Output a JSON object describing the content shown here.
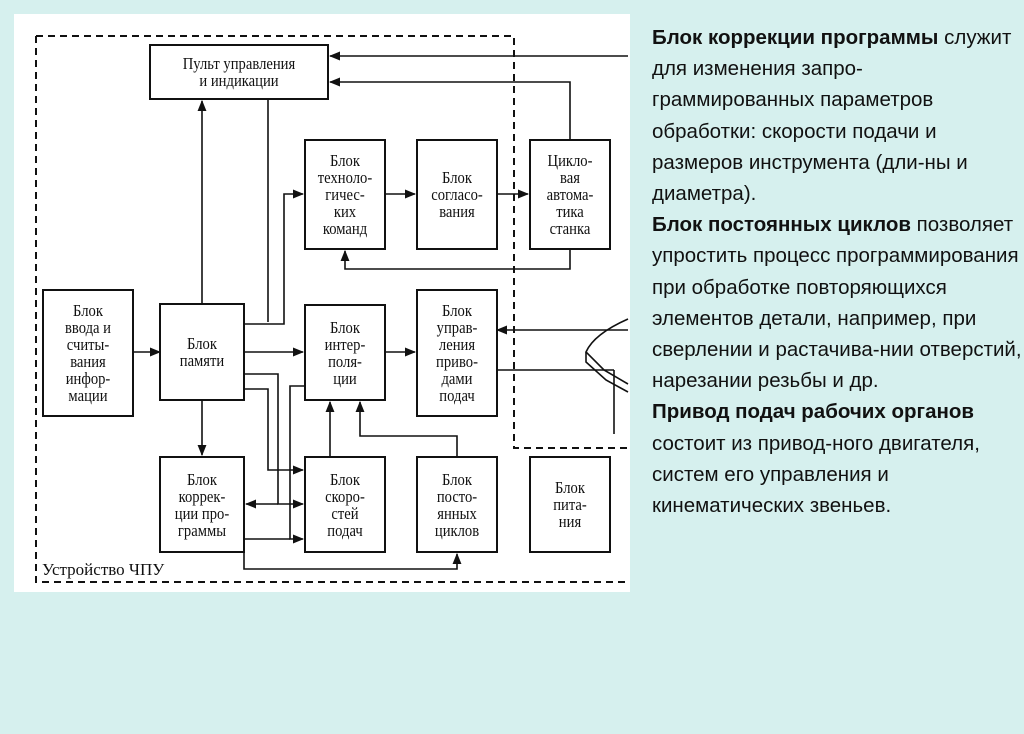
{
  "diagram": {
    "device_caption": "Устройство ЧПУ",
    "blocks": {
      "control_panel": "Пульт управления\nи индикации",
      "tech_commands": "Блок\nтехноло-\nгичес-\nких\nкоманд",
      "coordination": "Блок\nсогласо-\nвания",
      "machine_cycle": "Цикло-\nвая\nавтома-\nтика\nстанка",
      "input": "Блок\nввода и\nсчиты-\nвания\nинфор-\nмации",
      "memory": "Блок\nпамяти",
      "interpolation": "Блок\nинтер-\nполя-\nции",
      "feed_drive_control": "Блок\nуправ-\nления\nприво-\nдами\nподач",
      "correction": "Блок\nкоррек-\nции про-\nграммы",
      "feed_speed": "Блок\nскоро-\nстей\nподач",
      "constant_cycles": "Блок\nпосто-\nянных\nциклов",
      "power_supply": "Блок\nпита-\nния"
    }
  },
  "text": {
    "p1_bold": "Блок коррекции программы",
    "p1_rest": " служит для изменения запро-граммированных параметров обработки: скорости подачи и размеров инструмента (дли-ны и диаметра).",
    "p2_bold": "Блок постоянных циклов",
    "p2_rest": " позволяет упростить процесс программирования при обработке повторяющихся элементов детали, например, при сверлении и растачива-нии отверстий, нарезании резьбы и др.",
    "p3_bold": "Привод подач рабочих органов",
    "p3_rest": " состоит из привод-ного двигателя, систем его управления и кинематических звеньев."
  }
}
